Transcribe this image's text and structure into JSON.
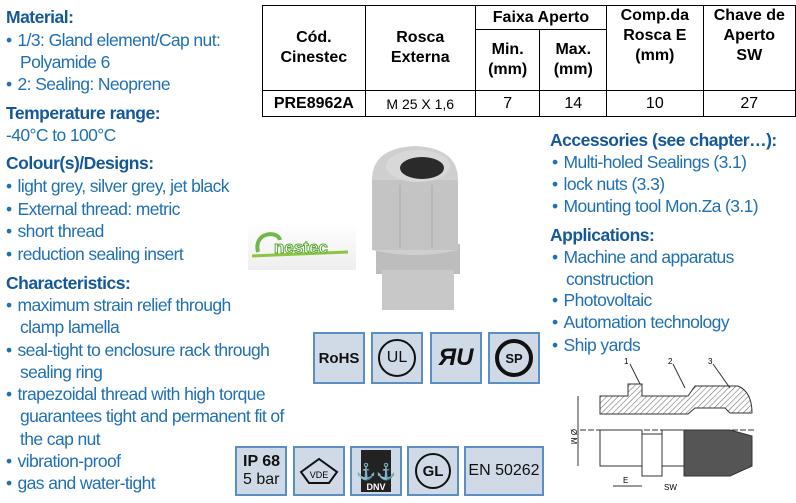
{
  "left": {
    "material": {
      "heading": "Material:",
      "items": [
        "1/3: Gland element/Cap nut:",
        "Polyamide 6",
        "2: Sealing: Neoprene"
      ]
    },
    "temperature": {
      "heading": "Temperature range:",
      "value": "-40°C to 100°C"
    },
    "colours": {
      "heading": "Colour(s)/Designs:",
      "items": [
        "light grey, silver grey, jet black",
        "External thread: metric",
        "short thread",
        "reduction sealing insert"
      ]
    },
    "characteristics": {
      "heading": "Characteristics:",
      "lines": [
        "maximum strain relief through",
        "clamp lamella",
        "seal-tight to enclosure rack through",
        "sealing ring",
        "trapezoidal thread with high torque",
        "guarantees tight and permanent fit of",
        "the cap nut",
        "vibration-proof",
        "gas and water-tight"
      ]
    }
  },
  "right": {
    "accessories": {
      "heading": "Accessories (see chapter…):",
      "items": [
        "Multi-holed Sealings (3.1)",
        "lock nuts (3.3)",
        "Mounting tool Mon.Za (3.1)"
      ]
    },
    "applications": {
      "heading": "Applications:",
      "lines": [
        "Machine and apparatus",
        "construction",
        "Photovoltaic",
        "Automation technology",
        "Ship yards"
      ]
    }
  },
  "table": {
    "h_code": "Cód.",
    "h_code2": "Cinestec",
    "h_thread": "Rosca",
    "h_thread2": "Externa",
    "h_range": "Faixa Aperto",
    "h_min": "Min.",
    "h_min2": "(mm)",
    "h_max": "Max.",
    "h_max2": "(mm)",
    "h_len": "Comp.da",
    "h_len2": "Rosca E",
    "h_len3": "(mm)",
    "h_key": "Chave de",
    "h_key2": "Aperto",
    "h_key3": "SW",
    "row": {
      "code": "PRE8962A",
      "thread": "M 25 X 1,6",
      "min": "7",
      "max": "14",
      "length": "10",
      "key": "27"
    }
  },
  "logo": {
    "text": "Cinestec"
  },
  "certs": {
    "rohs": "RoHS",
    "ul": "UL",
    "csa": "SP",
    "ip_line1": "IP 68",
    "ip_line2": "5 bar",
    "vde": "VDE",
    "dnv": "DNV",
    "gl": "GL",
    "en": "EN 50262"
  },
  "drawing": {
    "labels": [
      "1",
      "2",
      "3"
    ],
    "dim_m": "Ø M",
    "dim_e": "E",
    "dim_sw": "SW"
  },
  "colors": {
    "heading": "#15589a",
    "text": "#2070b4",
    "badge_bg": "#cfdae6",
    "badge_border": "#5b8fc2"
  }
}
